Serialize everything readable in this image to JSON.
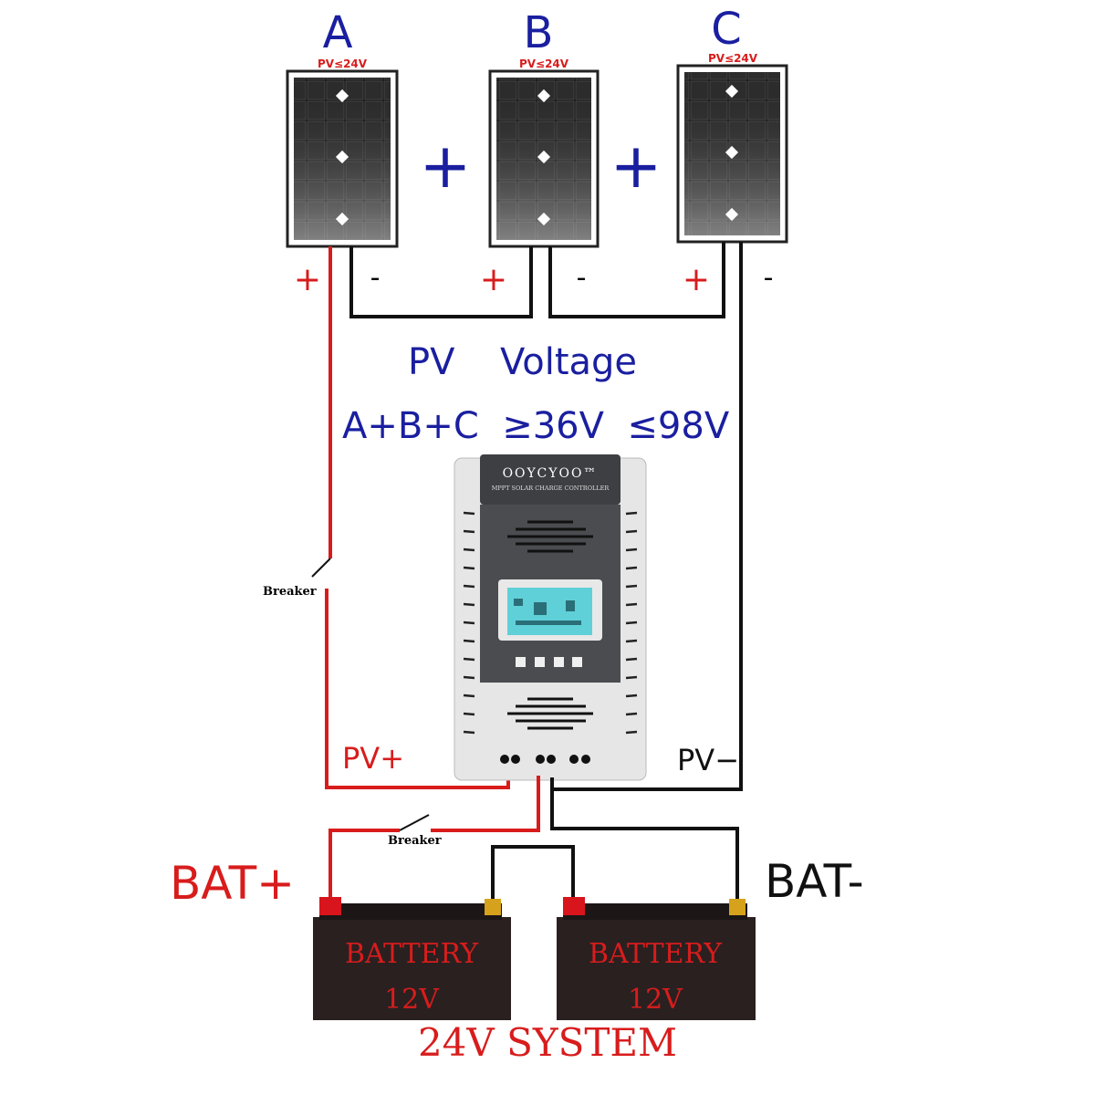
{
  "panels": [
    {
      "label": "A",
      "rating": "PV≤24V",
      "plus": "+",
      "minus": "-"
    },
    {
      "label": "B",
      "rating": "PV≤24V",
      "plus": "+",
      "minus": "-"
    },
    {
      "label": "C",
      "rating": "PV≤24V",
      "plus": "+",
      "minus": "-"
    }
  ],
  "series_symbol": "+",
  "pv_voltage": {
    "line1_a": "PV",
    "line1_b": "Voltage",
    "line2": "A+B+C  ≥36V  ≤98V"
  },
  "controller": {
    "brand": "OOYCYOO™",
    "subtitle": "MPPT SOLAR CHARGE CONTROLLER"
  },
  "wiring": {
    "breaker_pv": "Breaker",
    "breaker_bat": "Breaker",
    "pv_plus": "PV+",
    "pv_minus": "PV−",
    "bat_plus": "BAT+",
    "bat_minus": "BAT-"
  },
  "batteries": [
    {
      "label": "BATTERY",
      "voltage": "12V"
    },
    {
      "label": "BATTERY",
      "voltage": "12V"
    }
  ],
  "system_label": "24V SYSTEM",
  "colors": {
    "wire_positive": "#d81c1c",
    "wire_negative": "#111111",
    "text_blue": "#1a1fa0",
    "battery_body": "#2a2020"
  }
}
